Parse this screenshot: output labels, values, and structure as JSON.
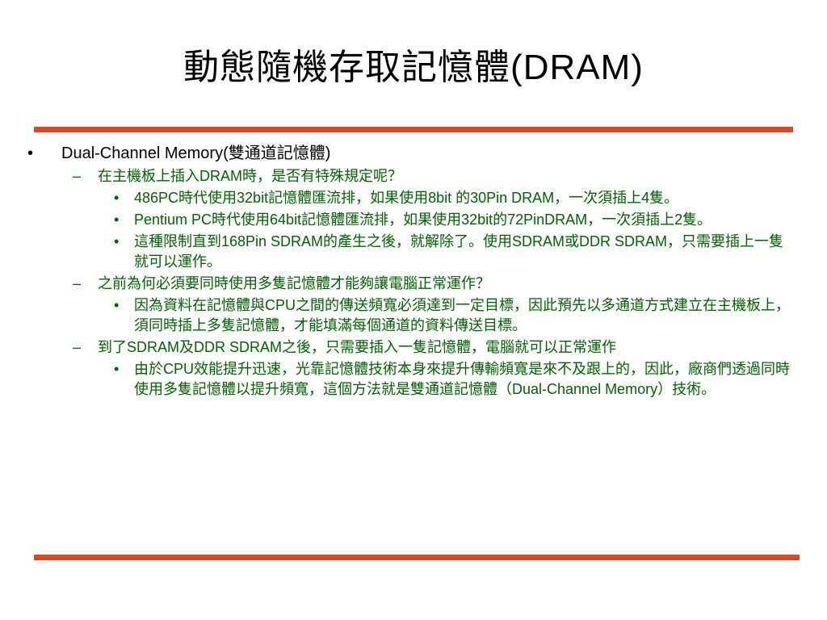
{
  "title": "動態隨機存取記憶體(DRAM)",
  "colors": {
    "rule": "#e0471f",
    "green_text": "#006400",
    "black_text": "#000000"
  },
  "bullets": {
    "l1": "•",
    "l2": "–",
    "l3": "•"
  },
  "outline": {
    "main": "Dual-Channel Memory(雙通道記憶體)",
    "q1": "在主機板上插入DRAM時，是否有特殊規定呢？",
    "q1_items": [
      "486PC時代使用32bit記憶體匯流排，如果使用8bit 的30Pin DRAM，一次須插上4隻。",
      "Pentium PC時代使用64bit記憶體匯流排，如果使用32bit的72PinDRAM，一次須插上2隻。",
      "這種限制直到168Pin SDRAM的產生之後，就解除了。使用SDRAM或DDR SDRAM，只需要插上一隻就可以運作。"
    ],
    "q2": "之前為何必須要同時使用多隻記憶體才能夠讓電腦正常運作？",
    "q2_items": [
      "因為資料在記憶體與CPU之間的傳送頻寬必須達到一定目標，因此預先以多通道方式建立在主機板上，須同時插上多隻記憶體，才能填滿每個通道的資料傳送目標。"
    ],
    "q3": "到了SDRAM及DDR SDRAM之後，只需要插入一隻記憶體，電腦就可以正常運作",
    "q3_items": [
      "由於CPU效能提升迅速，光靠記憶體技術本身來提升傳輸頻寬是來不及跟上的，因此，廠商們透過同時使用多隻記憶體以提升頻寬，這個方法就是雙通道記憶體（Dual-Channel Memory）技術。"
    ]
  }
}
